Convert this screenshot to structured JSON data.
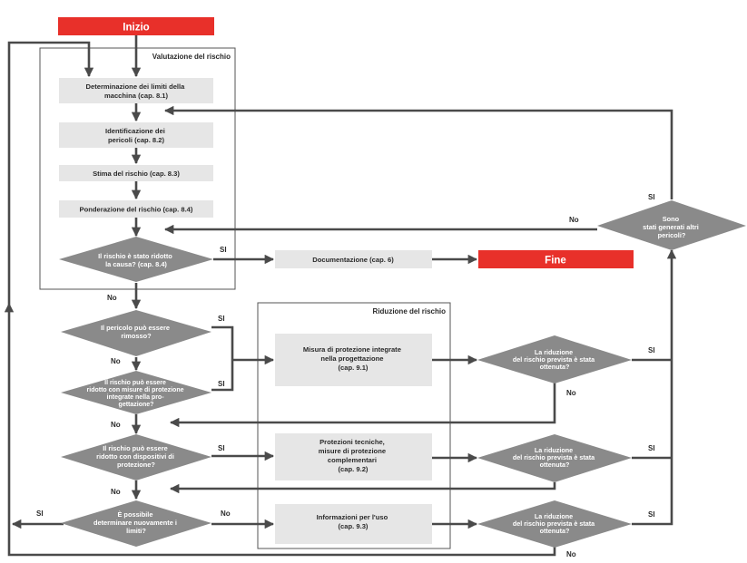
{
  "start": "Inizio",
  "end": "Fine",
  "groups": {
    "valutazione": "Valutazione del rischio",
    "riduzione": "Riduzione del rischio"
  },
  "steps": {
    "limiti": [
      "Determinazione dei limiti della",
      "macchina (cap. 8.1)"
    ],
    "identificazione": [
      "Identificazione dei",
      "pericoli (cap. 8.2)"
    ],
    "stima": "Stima del rischio (cap. 8.3)",
    "ponderazione": "Ponderazione del rischio (cap. 8.4)",
    "documentazione": "Documentazione (cap. 6)",
    "misura_integrata": [
      "Misura di protezione integrate",
      "nella progettazione",
      "(cap. 9.1)"
    ],
    "protezioni_tecniche": [
      "Protezioni tecniche,",
      "misure di protezione",
      "complementari",
      "(cap. 9.2)"
    ],
    "informazioni_uso": [
      "Informazioni per l'uso",
      "(cap. 9.3)"
    ]
  },
  "decisions": {
    "rischio_ridotto": [
      "Il rischio è stato ridotto",
      "la causa? (cap. 8.4)"
    ],
    "pericolo_rimosso": [
      "Il pericolo può essere",
      "rimosso?"
    ],
    "rischio_progettazione": [
      "Il rischio può essere",
      "ridotto con misure di protezione",
      "integrate nella pro-",
      "gettazione?"
    ],
    "rischio_dispositivi": [
      "Il rischio può essere",
      "ridotto con dispositivi di",
      "protezione?"
    ],
    "determinare_limiti": [
      "È possibile",
      "determinare nuovamente i",
      "limiti?"
    ],
    "nuovi_pericoli": [
      "Sono",
      "stati generati altri",
      "pericoli?"
    ],
    "riduzione_1": [
      "La riduzione",
      "del rischio prevista è stata",
      "ottenuta?"
    ],
    "riduzione_2": [
      "La riduzione",
      "del rischio prevista è stata",
      "ottenuta?"
    ],
    "riduzione_3": [
      "La riduzione",
      "del rischio prevista è stata",
      "ottenuta?"
    ]
  },
  "edge_labels": {
    "si": "SI",
    "no": "No"
  },
  "colors": {
    "accent_red": "#e8302a",
    "box_gray": "#e6e6e6",
    "diamond_gray": "#8a8a8a",
    "line": "#4a4a4a"
  }
}
